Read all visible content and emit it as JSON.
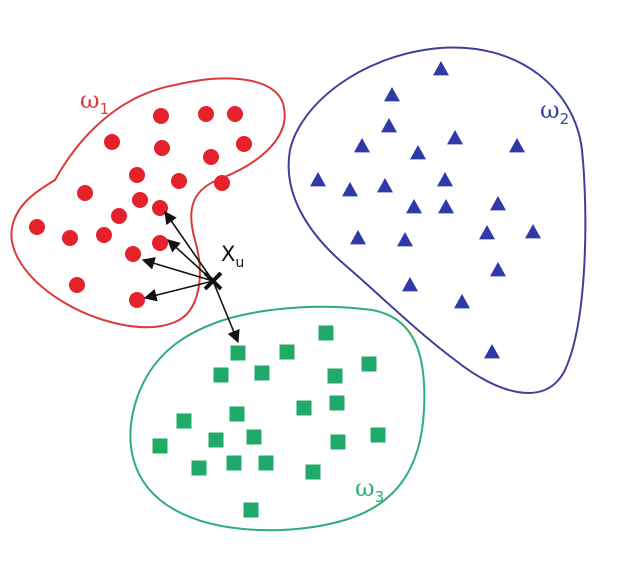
{
  "colors": {
    "class_1": "#e5222b",
    "class_2": "#2f3aa8",
    "class_3": "#1faa6a",
    "query": "#111111"
  },
  "classes": [
    {
      "id": "class-1",
      "symbol": "ω",
      "subscript": "1",
      "marker": "circle"
    },
    {
      "id": "class-2",
      "symbol": "ω",
      "subscript": "2",
      "marker": "triangle"
    },
    {
      "id": "class-3",
      "symbol": "ω",
      "subscript": "3",
      "marker": "square"
    }
  ],
  "query_point": {
    "symbol": "X",
    "subscript": "u",
    "marker": "cross"
  }
}
